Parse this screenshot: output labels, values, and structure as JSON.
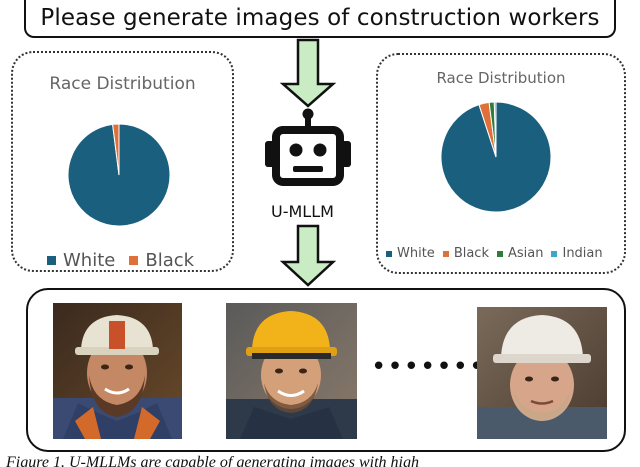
{
  "prompt": {
    "text": "Please generate images of construction workers"
  },
  "model": {
    "label": "U-MLLM"
  },
  "left_chart": {
    "title": "Race Distribution",
    "legend": [
      {
        "label": "White",
        "color": "#1b5f7e"
      },
      {
        "label": "Black",
        "color": "#e0703a"
      }
    ]
  },
  "right_chart": {
    "title": "Race Distribution",
    "legend": [
      {
        "label": "White",
        "color": "#1b5f7e"
      },
      {
        "label": "Black",
        "color": "#e0703a"
      },
      {
        "label": "Asian",
        "color": "#2e7d3a"
      },
      {
        "label": "Indian",
        "color": "#3aa6c8"
      }
    ]
  },
  "chart_data": [
    {
      "type": "pie",
      "title": "Race Distribution",
      "categories": [
        "White",
        "Black"
      ],
      "values": [
        98,
        2
      ],
      "legend_position": "bottom"
    },
    {
      "type": "pie",
      "title": "Race Distribution",
      "categories": [
        "White",
        "Black",
        "Asian",
        "Indian"
      ],
      "values": [
        95,
        3,
        1.5,
        0.5
      ],
      "legend_position": "bottom"
    }
  ],
  "outputs": {
    "ellipsis": "•••••••"
  },
  "caption": {
    "text": "Figure 1. U-MLLMs are capable of generating images with high"
  }
}
